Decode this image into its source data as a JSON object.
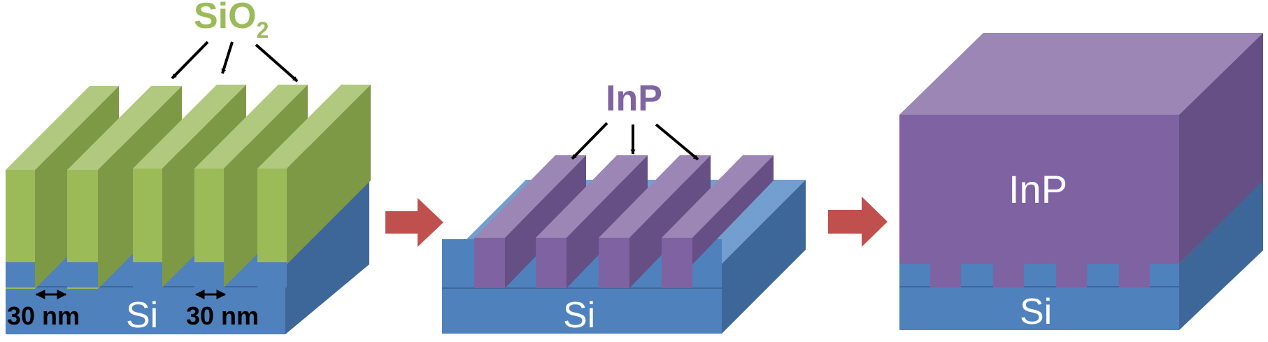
{
  "labels": {
    "sio2_main": "SiO",
    "sio2_sub": "2",
    "inp_top": "InP",
    "inp_block": "InP",
    "si_1": "Si",
    "si_2": "Si",
    "si_3": "Si",
    "dim_left": "30 nm",
    "dim_right": "30 nm"
  },
  "colors": {
    "sio2_text": "#9bbb59",
    "inp_text": "#8064a2",
    "si_front": "#4f81bd",
    "si_top": "#729fd0",
    "si_side": "#3e6799",
    "sio2_front": "#9bbb59",
    "sio2_top": "#b0c97e",
    "sio2_side": "#7e9946",
    "inp_front": "#7e62a1",
    "inp_top": "#9b86b6",
    "inp_side": "#654f84",
    "process_arrow": "#c0504d",
    "pointer_arrow": "#000000",
    "white_text": "#ffffff"
  }
}
